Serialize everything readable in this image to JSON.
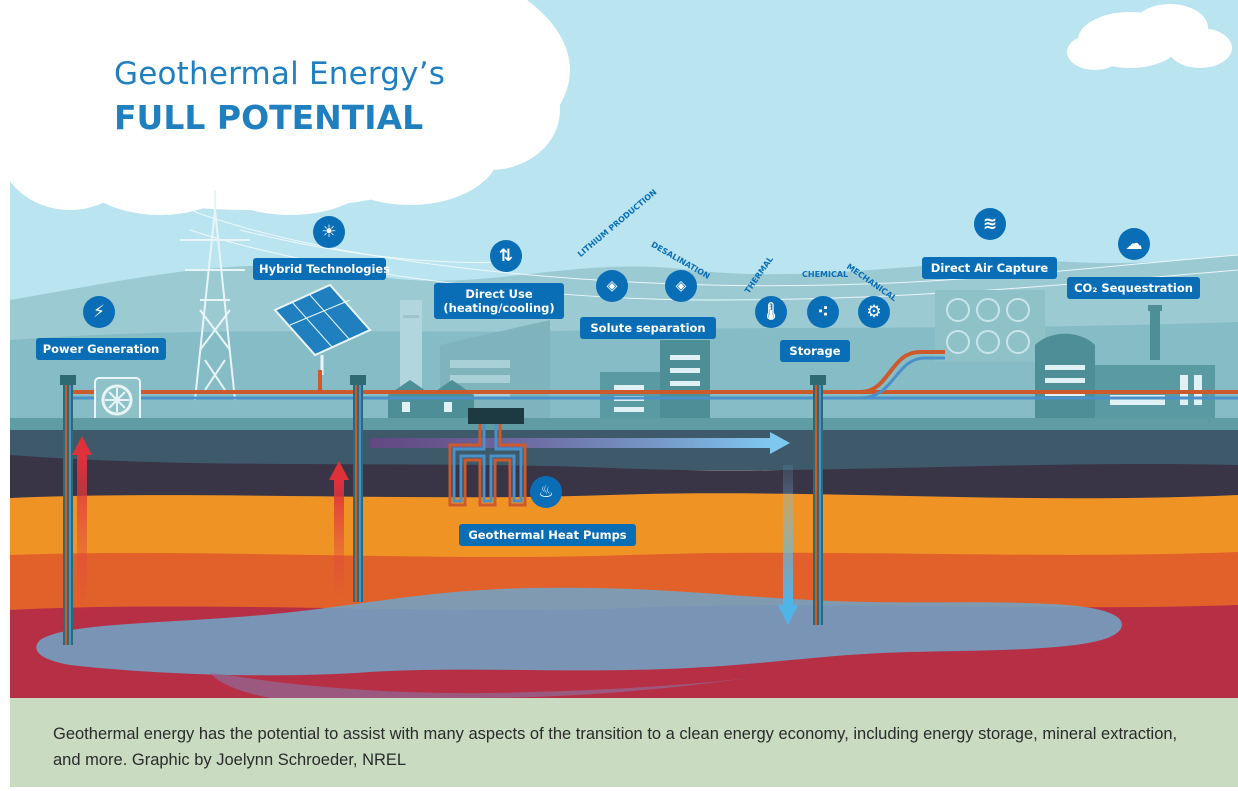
{
  "title": {
    "line1": "Geothermal Energy’s",
    "line2": "FULL POTENTIAL"
  },
  "labels": {
    "power_generation": "Power Generation",
    "hybrid_technologies": "Hybrid Technologies",
    "direct_use_line1": "Direct Use",
    "direct_use_line2": "(heating/cooling)",
    "solute_separation": "Solute separation",
    "lithium_production": "LITHIUM PRODUCTION",
    "desalination": "DESALINATION",
    "storage": "Storage",
    "thermal": "THERMAL",
    "chemical": "CHEMICAL",
    "mechanical": "MECHANICAL",
    "direct_air_capture": "Direct Air Capture",
    "co2_sequestration": "CO₂ Sequestration",
    "geothermal_heat_pumps": "Geothermal Heat Pumps"
  },
  "icons": {
    "power_generation": "lightning-icon",
    "hybrid_technologies": "sun-icon",
    "direct_use": "up-down-arrows-icon",
    "lithium_production": "rocks-icon",
    "desalination": "rocks-icon",
    "thermal": "thermometer-icon",
    "chemical": "molecule-icon",
    "mechanical": "gears-icon",
    "direct_air_capture": "wind-icon",
    "co2_sequestration": "cloud-icon",
    "geothermal_heat_pumps": "heat-waves-icon"
  },
  "colors": {
    "sky": "#b9e4f0",
    "label_blue": "#0a6eb6",
    "title_blue": "#1f7fbf",
    "ground_teal": "#5f9ca3",
    "caption_bg": "#c9dcc2"
  },
  "caption": "Geothermal energy has the potential to assist with many aspects of the transition to a clean energy economy, including energy storage, mineral extraction, and more. Graphic by Joelynn Schroeder, NREL"
}
